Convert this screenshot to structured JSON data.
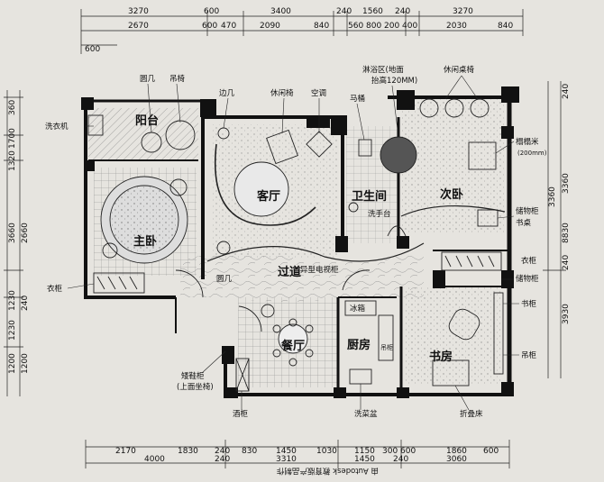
{
  "top_dims": {
    "row1": [
      "3270",
      "600",
      "3400",
      "240",
      "1560",
      "240",
      "3270"
    ],
    "row2": [
      "2670",
      "600",
      "470",
      "2090",
      "840",
      "560",
      "800",
      "200",
      "400",
      "2030",
      "840"
    ],
    "row3": [
      "600"
    ]
  },
  "bottom_dims": {
    "row1": [
      "2170",
      "1830",
      "240",
      "830",
      "1450",
      "1030",
      "1150",
      "300",
      "600",
      "1860",
      "600"
    ],
    "row2": [
      "4000",
      "240",
      "3310",
      "1450",
      "240",
      "3060"
    ]
  },
  "left_dims": [
    "360",
    "1700",
    "1320",
    "3660",
    "2660",
    "1230",
    "240",
    "1230",
    "1200",
    "1200"
  ],
  "right_dims": [
    "3360",
    "240",
    "3360",
    "8830",
    "240",
    "3930"
  ],
  "rooms": {
    "balcony": "阳台",
    "master_bedroom": "主卧",
    "living_room": "客厅",
    "bathroom": "卫生间",
    "second_bedroom": "次卧",
    "corridor": "过道",
    "dining_room": "餐厅",
    "kitchen": "厨房",
    "study": "书房"
  },
  "labels": {
    "round_table_1": "圆几",
    "hanging_chair": "吊椅",
    "side_table": "边几",
    "leisure_chair": "休闲椅",
    "air_conditioner": "空调",
    "toilet": "马桶",
    "shower_area": "淋浴区(地面",
    "shower_area_2": "抬高120MM)",
    "leisure_table_chairs": "休闲桌椅",
    "tatami": "榻榻米",
    "tatami_height": "(200mm)",
    "washing_machine": "洗衣机",
    "storage_cabinet_1": "储物柜",
    "desk": "书桌",
    "wardrobe_right": "衣柜",
    "storage_cabinet_2": "储物柜",
    "bookcase": "书柜",
    "hanging_cabinet": "吊柜",
    "wash_basin": "洗手台",
    "tv_cabinet": "异型电视柜",
    "round_table_2": "圆几",
    "wardrobe_left": "衣柜",
    "fridge": "冰箱",
    "shoe_cabinet": "矮鞋柜",
    "shoe_cabinet_2": "(上面坐椅)",
    "wine_cabinet": "酒柜",
    "sink": "洗菜盆",
    "folding_bed": "折叠床",
    "kitchen_cabinet": "吊柜",
    "footer": "由 Autodesk 教育版产品制作"
  }
}
